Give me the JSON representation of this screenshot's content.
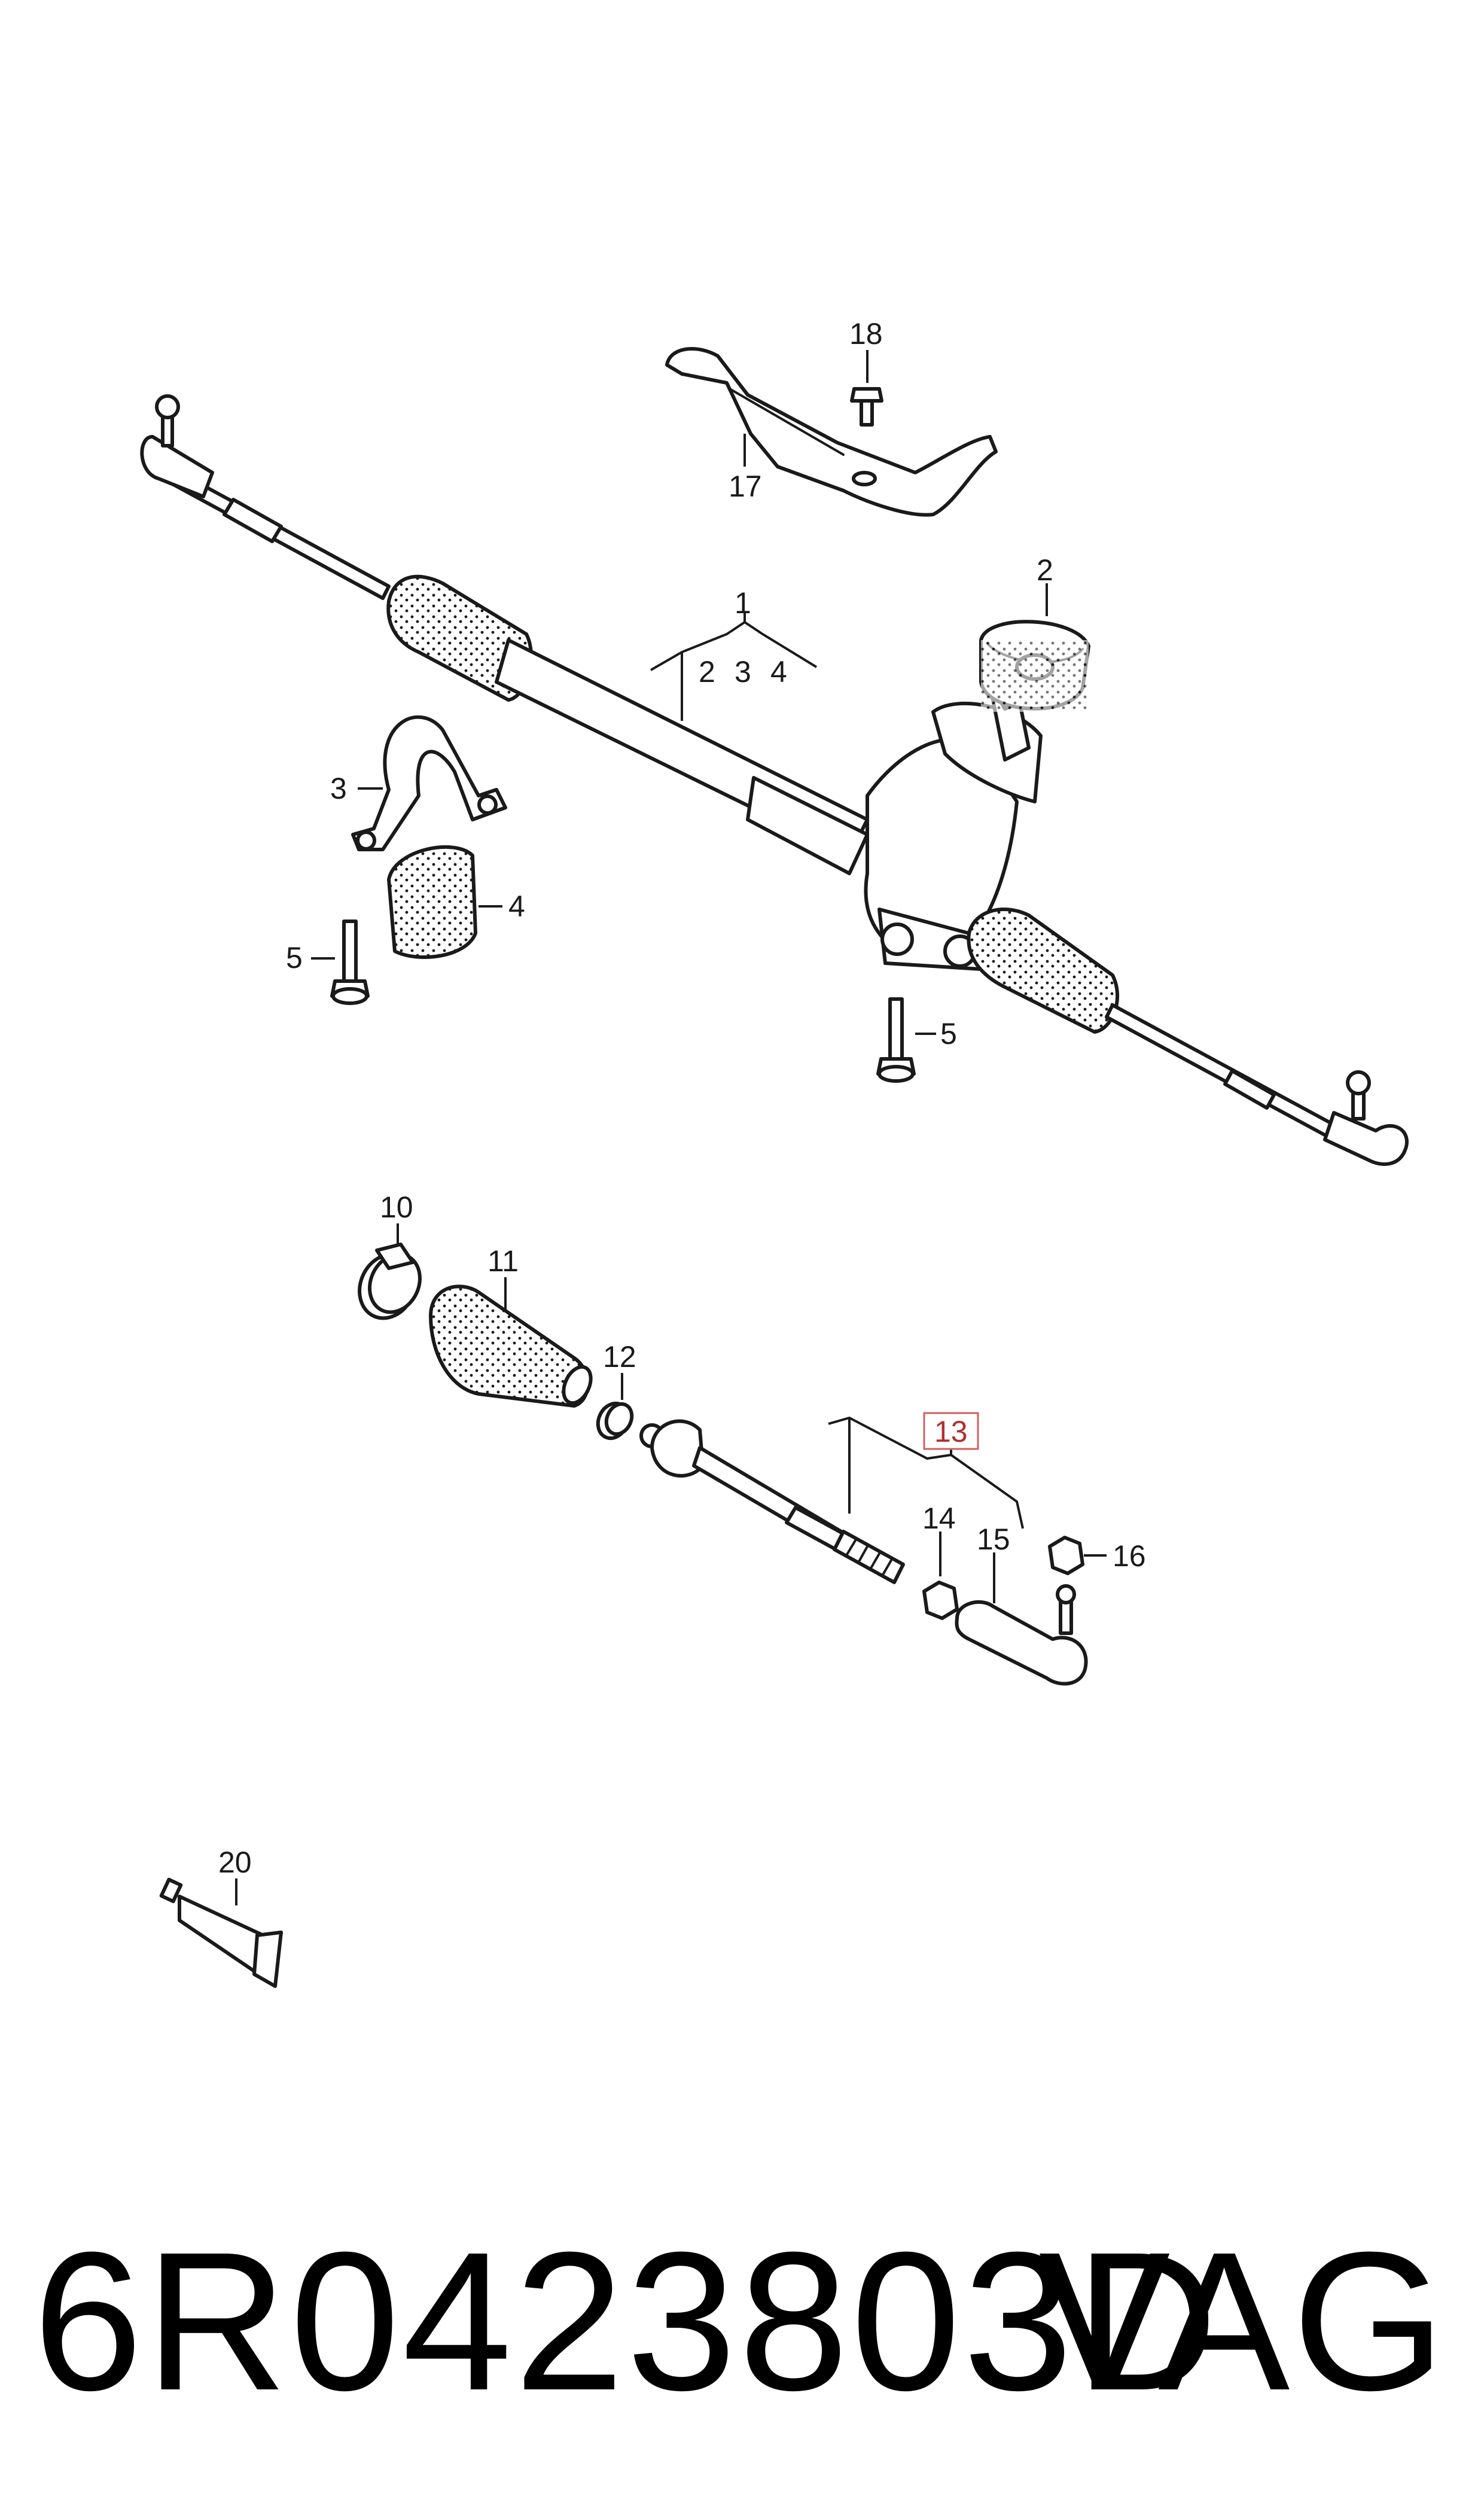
{
  "callouts": {
    "c1": "1",
    "c2": "2",
    "c3": "3",
    "c4": "4",
    "c2b": "2",
    "c3b": "3",
    "c4b": "4",
    "c5a": "5",
    "c5b": "5",
    "c10": "10",
    "c11": "11",
    "c12": "12",
    "c13": "13",
    "c14": "14",
    "c15": "15",
    "c16": "16",
    "c17": "17",
    "c18": "18",
    "c20": "20"
  },
  "highlight_color": "#d06060",
  "footer": {
    "part_number": "6R0423803D",
    "brand": "VAG"
  }
}
